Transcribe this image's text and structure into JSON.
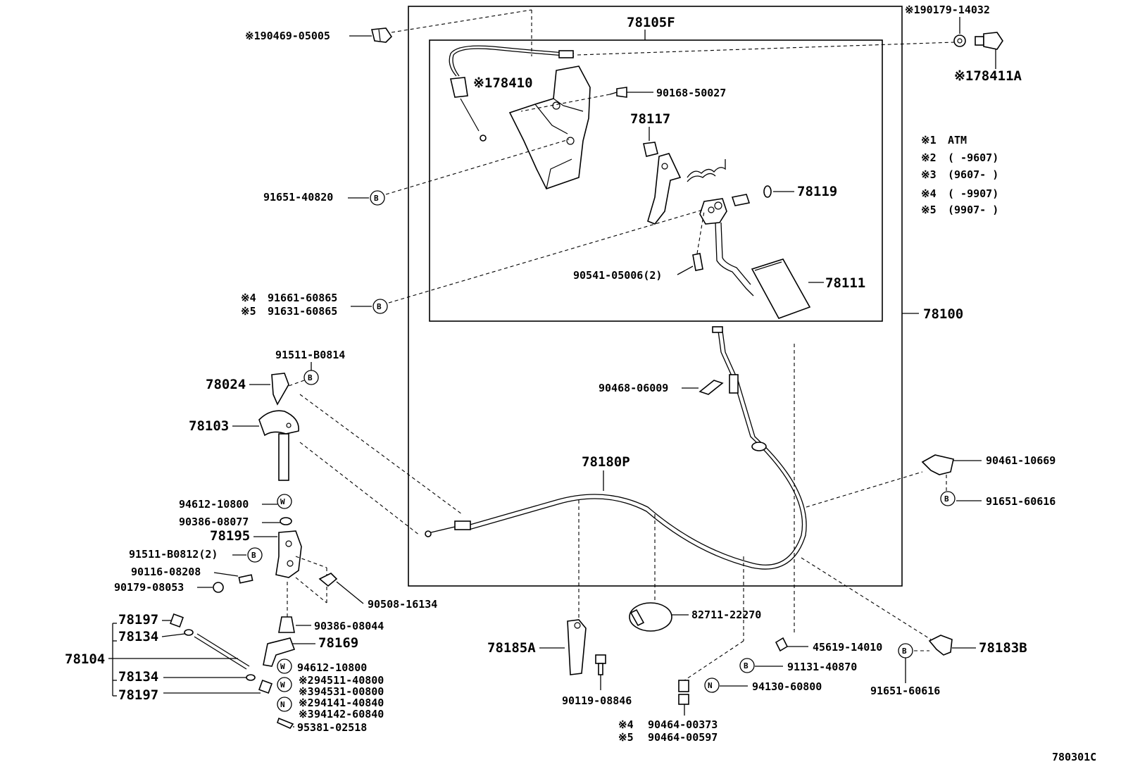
{
  "diagram_id": "780301C",
  "assembly_labels": {
    "pedal_bracket": "78105F",
    "accel_assy": "78100",
    "accel_cable": "78180P",
    "link_assy": "78104"
  },
  "parts": {
    "p90469": "※190469-05005",
    "p90179_14032": "※190179-14032",
    "p178411A": "※178411A",
    "p178410": "※178410",
    "p90168": "90168-50027",
    "p78117": "78117",
    "p78119": "78119",
    "p91651_40820": "91651-40820",
    "p90541": "90541-05006(2)",
    "p78111": "78111",
    "p91661_line1_mark": "※4",
    "p91661": "91661-60865",
    "p91631_mark": "※5",
    "p91631": "91631-60865",
    "p91511_b0814": "91511-B0814",
    "p78024": "78024",
    "p78103": "78103",
    "p90468": "90468-06009",
    "p94612_a": "94612-10800",
    "p90386_08077": "90386-08077",
    "p78195": "78195",
    "p91511_b0812": "91511-B0812(2)",
    "p90116": "90116-08208",
    "p90179_08053": "90179-08053",
    "p90508": "90508-16134",
    "p90386_08044": "90386-08044",
    "p78197_a": "78197",
    "p78134_a": "78134",
    "p78169": "78169",
    "p94612_b": "94612-10800",
    "p78134_b": "78134",
    "p78197_b": "78197",
    "p94511_mark": "※2",
    "p94511": "94511-40800",
    "p94531_mark": "※3",
    "p94531": "94531-00800",
    "p94141_mark": "※2",
    "p94141": "94141-40840",
    "p94142_mark": "※3",
    "p94142": "94142-60840",
    "p95381": "95381-02518",
    "p78185A": "78185A",
    "p90119": "90119-08846",
    "p82711": "82711-22270",
    "p90464_00373_mark": "※4",
    "p90464_00373": "90464-00373",
    "p90464_00597_mark": "※5",
    "p90464_00597": "90464-00597",
    "p45619": "45619-14010",
    "p91131": "91131-40870",
    "p94130": "94130-60800",
    "p91651_60616_a": "91651-60616",
    "p91651_60616_b": "91651-60616",
    "p90461": "90461-10669",
    "p78183B": "78183B"
  },
  "legend": [
    {
      "mark": "※1",
      "text": "ATM"
    },
    {
      "mark": "※2",
      "text": "(       -9607)"
    },
    {
      "mark": "※3",
      "text": "(9607-       )"
    },
    {
      "mark": "※4",
      "text": "(       -9907)"
    },
    {
      "mark": "※5",
      "text": "(9907-       )"
    }
  ],
  "markers": {
    "bolt": "B",
    "washer": "W",
    "nut": "N"
  }
}
